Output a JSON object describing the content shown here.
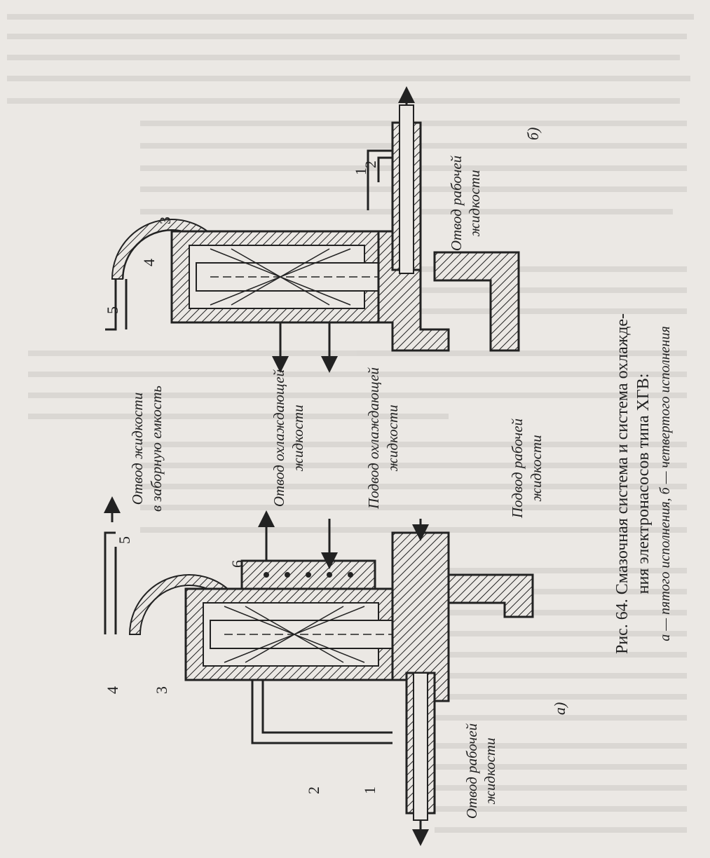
{
  "figure": {
    "caption_line1": "Рис. 64. Смазочная система и система охлажде-",
    "caption_line2": "ния электронасосов типа ХГВ:",
    "caption_line3": "а — пятого исполнения, б — четвертого исполнения"
  },
  "labels": {
    "otvod_rabochey_top": "Отвод рабочей",
    "otvod_rabochey_top_2": "жидкости",
    "otvod_zhidkosti": "Отвод жидкости",
    "otvod_zhidkosti_2": "в заборную емкость",
    "otvod_okhlazhd": "Отвод охлаждающей",
    "otvod_okhlazhd_2": "жидкости",
    "podvod_okhlazhd": "Подвод охлаждающей",
    "podvod_okhlazhd_2": "жидкости",
    "podvod_rabochey": "Подвод рабочей",
    "podvod_rabochey_2": "жидкости",
    "otvod_rabochey_bottom": "Отвод рабочей",
    "otvod_rabochey_bottom_2": "жидкости"
  },
  "numbers": {
    "n1a": "1",
    "n2a": "2",
    "n3a": "3",
    "n4a": "4",
    "n5a": "5",
    "n1b": "1",
    "n2b": "2",
    "n3b": "3",
    "n4b": "4",
    "n5b": "5",
    "n6": "6",
    "sub_a": "а)",
    "sub_b": "б)"
  }
}
